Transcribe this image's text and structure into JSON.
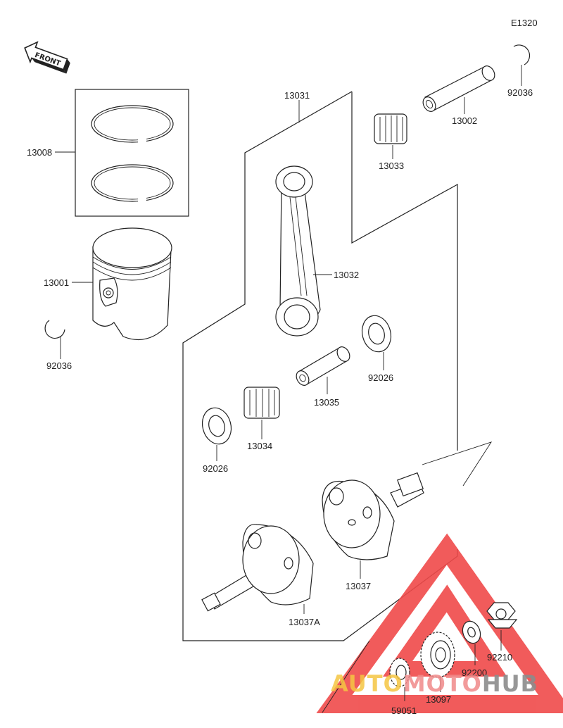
{
  "diagram_code": "E1320",
  "front_label": "FRONT",
  "parts": {
    "p13008": "13008",
    "p13001": "13001",
    "p92036_left": "92036",
    "p92036_right": "92036",
    "p13031": "13031",
    "p13002": "13002",
    "p13033": "13033",
    "p13032": "13032",
    "p92026_right": "92026",
    "p92026_left": "92026",
    "p13035": "13035",
    "p13034": "13034",
    "p13037": "13037",
    "p13037A": "13037A",
    "p92210": "92210",
    "p92200": "92200",
    "p13097": "13097",
    "p59051": "59051"
  },
  "watermark": {
    "part1": "AUTO",
    "part2": "MOTO",
    "part3": "HUB",
    "colors": {
      "auto": "#f5c542",
      "moto": "#f08a8a",
      "hub": "#8c8c8c",
      "triangle": "#f04a4a"
    }
  }
}
